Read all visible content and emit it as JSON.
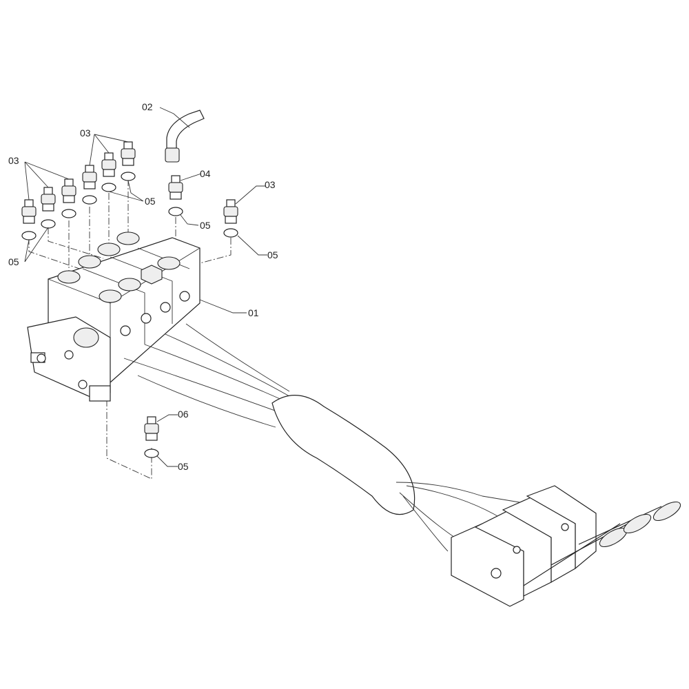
{
  "diagram": {
    "callouts": [
      {
        "id": "c02",
        "text": "02"
      },
      {
        "id": "c03a",
        "text": "03"
      },
      {
        "id": "c03b",
        "text": "03"
      },
      {
        "id": "c04",
        "text": "04"
      },
      {
        "id": "c03c",
        "text": "03"
      },
      {
        "id": "c05a",
        "text": "05"
      },
      {
        "id": "c05b",
        "text": "05"
      },
      {
        "id": "c05c",
        "text": "05"
      },
      {
        "id": "c05d",
        "text": "05"
      },
      {
        "id": "c01",
        "text": "01"
      },
      {
        "id": "c06",
        "text": "06"
      },
      {
        "id": "c05e",
        "text": "05"
      }
    ]
  }
}
